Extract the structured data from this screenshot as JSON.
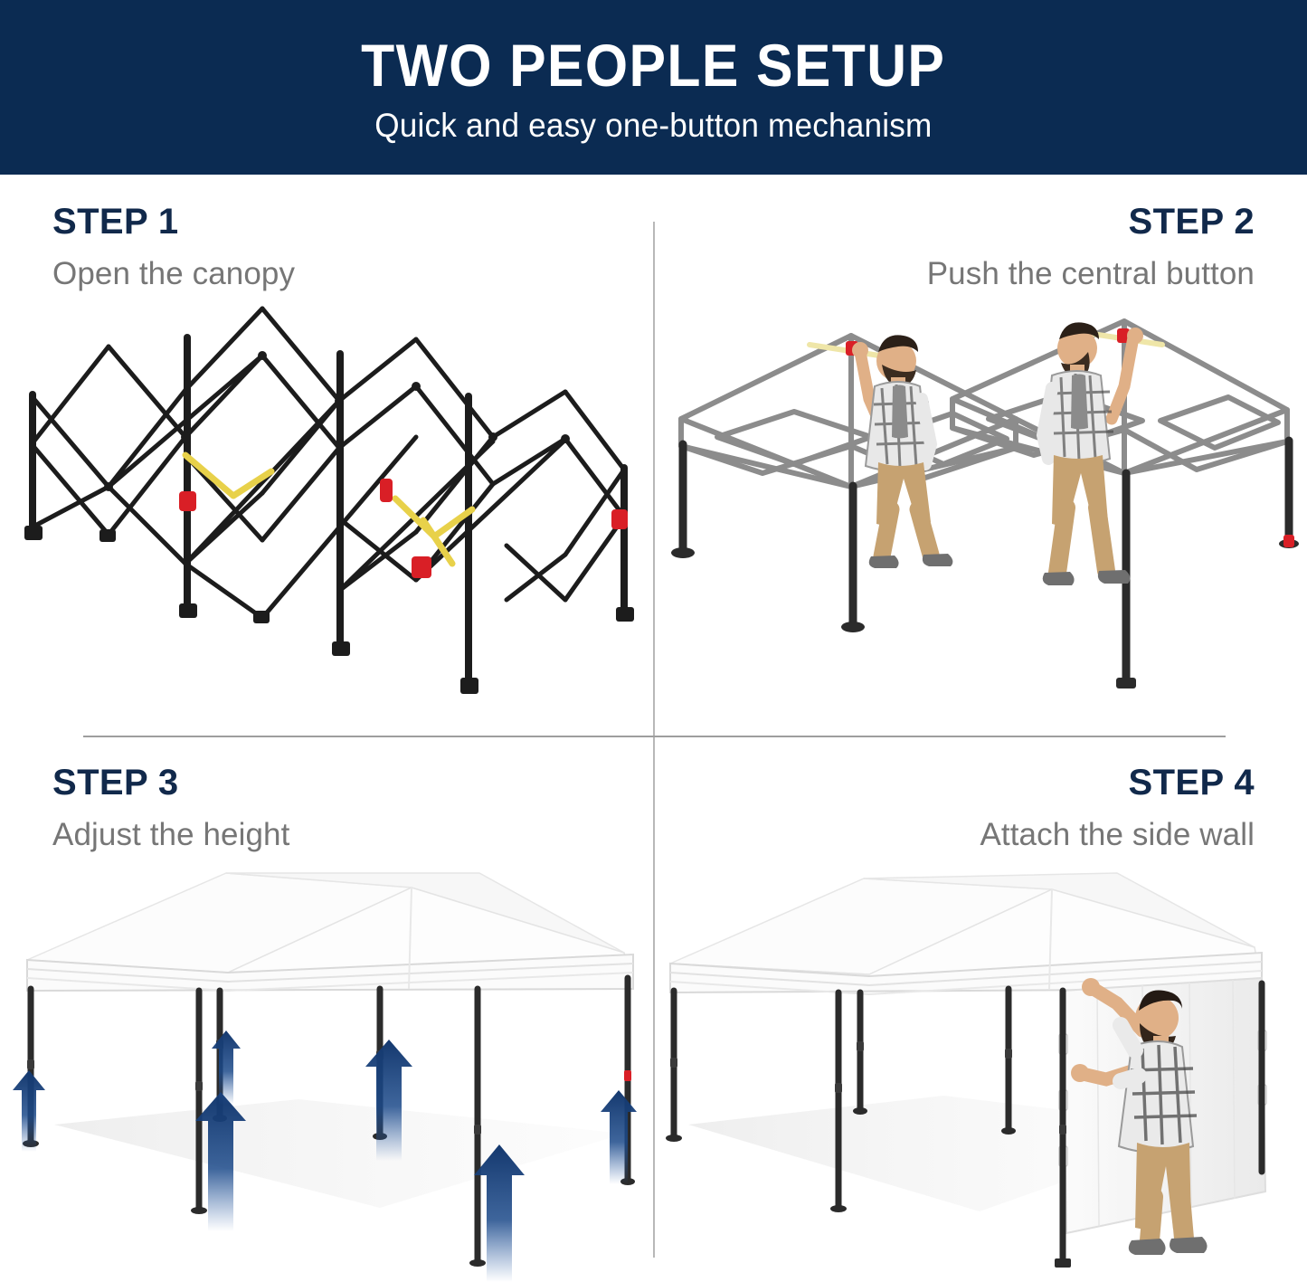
{
  "banner": {
    "title": "TWO PEOPLE SETUP",
    "subtitle": "Quick and easy one-button mechanism",
    "background_color": "#0b2b52",
    "text_color": "#ffffff"
  },
  "theme": {
    "navy": "#11294b",
    "gray_text": "#767676",
    "divider": "#b8b8b8",
    "arrow_blue": "#14386e",
    "frame_black": "#1c1c1c",
    "frame_gray": "#8c8c8c",
    "accent_red": "#d91f26",
    "accent_yellow": "#e8d14a",
    "canopy_white": "#ffffff",
    "canopy_shade": "#e3e3e3",
    "skin": "#e0b087",
    "hair": "#2b2018",
    "pants_khaki": "#c6a271",
    "shoe_gray": "#6f6f6f",
    "plaid_light": "#e8e8e8",
    "plaid_dark": "#3a3a3a"
  },
  "steps": [
    {
      "label": "STEP 1",
      "description": "Open the canopy",
      "align": "left",
      "illustration": "folded-scissor-frame",
      "illustration_details": {
        "frame_color": "black",
        "accents": [
          "red release clips",
          "yellow pull straps"
        ],
        "state": "partially expanded accordion truss"
      }
    },
    {
      "label": "STEP 2",
      "description": "Push the central button",
      "align": "right",
      "illustration": "two-people-expanding-frame",
      "illustration_details": {
        "frame_color": "gray",
        "people": 2,
        "person_description": "bearded man in plaid shirt and khaki pants reaching up to center hub"
      }
    },
    {
      "label": "STEP 3",
      "description": "Adjust the height",
      "align": "left",
      "illustration": "canopy-with-up-arrows",
      "illustration_details": {
        "canopy_color": "white",
        "arrow_count": 6,
        "arrow_color": "#14386e",
        "arrow_direction": "up"
      }
    },
    {
      "label": "STEP 4",
      "description": "Attach the side wall",
      "align": "right",
      "illustration": "canopy-with-side-wall",
      "illustration_details": {
        "canopy_color": "white",
        "sidewall": "white fabric panel",
        "people": 1,
        "person_description": "bearded man in plaid shirt attaching side wall"
      }
    }
  ]
}
